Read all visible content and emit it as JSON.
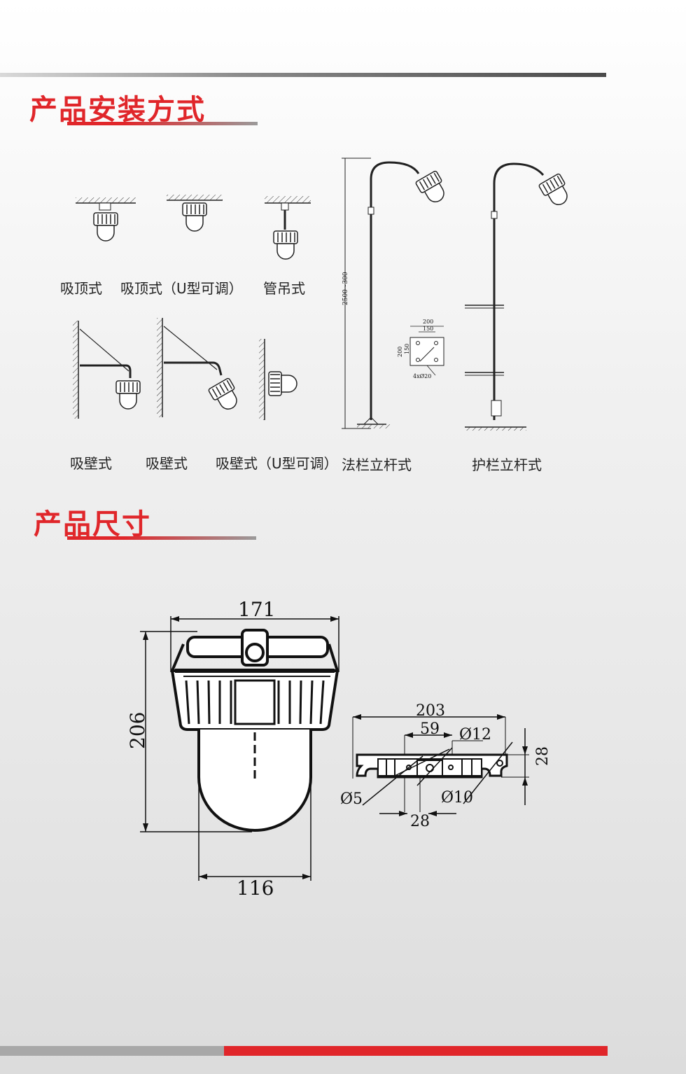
{
  "sections": {
    "install_title": "产品安装方式",
    "size_title": "产品尺寸"
  },
  "install_methods": {
    "row1": [
      "吸顶式",
      "吸顶式（U型可调）",
      "管吊式"
    ],
    "row2": [
      "吸壁式",
      "吸壁式",
      "吸壁式（U型可调）",
      "法栏立杆式",
      "护栏立杆式"
    ]
  },
  "pole_drawing": {
    "height_label": "2500~300",
    "flange_dims": [
      "200",
      "150",
      "200",
      "150"
    ],
    "hole_label": "4xØ20"
  },
  "dimensions": {
    "width_top": "171",
    "height": "206",
    "width_bottom": "116",
    "bracket_length": "203",
    "bracket_spacing": "59",
    "hole_large": "Ø12",
    "hole_small": "Ø5",
    "hole_mid": "Ø10",
    "bracket_height": "28",
    "bracket_center": "28"
  },
  "colors": {
    "accent": "#e0262a",
    "line": "#222222"
  }
}
